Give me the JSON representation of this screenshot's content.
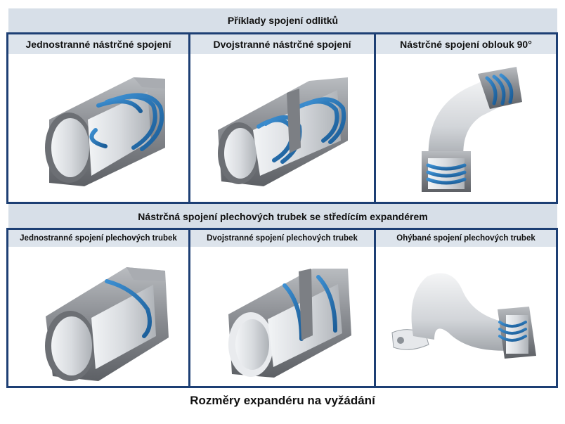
{
  "section_top": {
    "title": "Příklady spojení odlitků"
  },
  "top_cells": [
    {
      "label": "Jednostranné nástrčné spojení"
    },
    {
      "label": "Dvojstranné nástrčné spojení"
    },
    {
      "label": "Nástrčné spojení oblouk 90°"
    }
  ],
  "section_bottom": {
    "title": "Nástrčná spojení plechových trubek se středícím expandérem"
  },
  "bottom_cells": [
    {
      "label": "Jednostranné spojení plechových trubek"
    },
    {
      "label": "Dvojstranné spojení plechových trubek"
    },
    {
      "label": "Ohýbané spojení plechových trubek"
    }
  ],
  "footer": {
    "note": "Rozměry expandéru na vyžádání"
  },
  "colors": {
    "grid": "#1d3f74",
    "band": "#d7dfe8",
    "seal_blue": "#1f6fb0",
    "metal": "#8c8f94"
  }
}
